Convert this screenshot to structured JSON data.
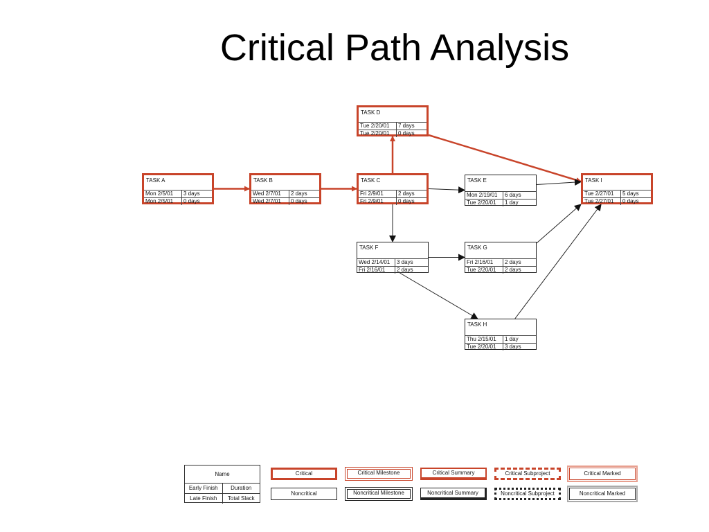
{
  "title": "Critical Path Analysis",
  "colors": {
    "critical": "#c8442a",
    "noncritical": "#222222"
  },
  "tasks": {
    "a": {
      "name": "TASK A",
      "early_finish": "Mon 2/5/01",
      "duration": "3 days",
      "late_finish": "Mon 2/5/01",
      "total_slack": "0 days",
      "critical": true
    },
    "b": {
      "name": "TASK B",
      "early_finish": "Wed 2/7/01",
      "duration": "2 days",
      "late_finish": "Wed 2/7/01",
      "total_slack": "0 days",
      "critical": true
    },
    "c": {
      "name": "TASK C",
      "early_finish": "Fri 2/9/01",
      "duration": "2 days",
      "late_finish": "Fri 2/9/01",
      "total_slack": "0 days",
      "critical": true
    },
    "d": {
      "name": "TASK D",
      "early_finish": "Tue 2/20/01",
      "duration": "7 days",
      "late_finish": "Tue 2/20/01",
      "total_slack": "0 days",
      "critical": true
    },
    "e": {
      "name": "TASK E",
      "early_finish": "Mon 2/19/01",
      "duration": "6 days",
      "late_finish": "Tue 2/20/01",
      "total_slack": "1 day",
      "critical": false
    },
    "f": {
      "name": "TASK F",
      "early_finish": "Wed 2/14/01",
      "duration": "3 days",
      "late_finish": "Fri 2/16/01",
      "total_slack": "2 days",
      "critical": false
    },
    "g": {
      "name": "TASK G",
      "early_finish": "Fri 2/16/01",
      "duration": "2 days",
      "late_finish": "Tue 2/20/01",
      "total_slack": "2 days",
      "critical": false
    },
    "h": {
      "name": "TASK H",
      "early_finish": "Thu 2/15/01",
      "duration": "1 day",
      "late_finish": "Tue 2/20/01",
      "total_slack": "3 days",
      "critical": false
    },
    "i": {
      "name": "TASK I",
      "early_finish": "Tue 2/27/01",
      "duration": "5 days",
      "late_finish": "Tue 2/27/01",
      "total_slack": "0 days",
      "critical": true
    }
  },
  "dependencies": [
    {
      "from": "a",
      "to": "b",
      "critical": true
    },
    {
      "from": "b",
      "to": "c",
      "critical": true
    },
    {
      "from": "c",
      "to": "d",
      "critical": true
    },
    {
      "from": "d",
      "to": "i",
      "critical": true
    },
    {
      "from": "c",
      "to": "e",
      "critical": false
    },
    {
      "from": "c",
      "to": "f",
      "critical": false
    },
    {
      "from": "e",
      "to": "i",
      "critical": false
    },
    {
      "from": "f",
      "to": "g",
      "critical": false
    },
    {
      "from": "f",
      "to": "h",
      "critical": false
    },
    {
      "from": "g",
      "to": "i",
      "critical": false
    },
    {
      "from": "h",
      "to": "i",
      "critical": false
    }
  ],
  "legend": {
    "key": {
      "name": "Name",
      "early_finish": "Early Finish",
      "duration": "Duration",
      "late_finish": "Late Finish",
      "total_slack": "Total Slack"
    },
    "critical": "Critical",
    "critical_milestone": "Critical Milestone",
    "critical_summary": "Critical Summary",
    "critical_subproject": "Critical Subproject",
    "critical_marked": "Critical Marked",
    "noncritical": "Noncritical",
    "noncritical_milestone": "Noncritical Milestone",
    "noncritical_summary": "Noncritical Summary",
    "noncritical_subproject": "Noncritical Subproject",
    "noncritical_marked": "Noncritical Marked"
  }
}
